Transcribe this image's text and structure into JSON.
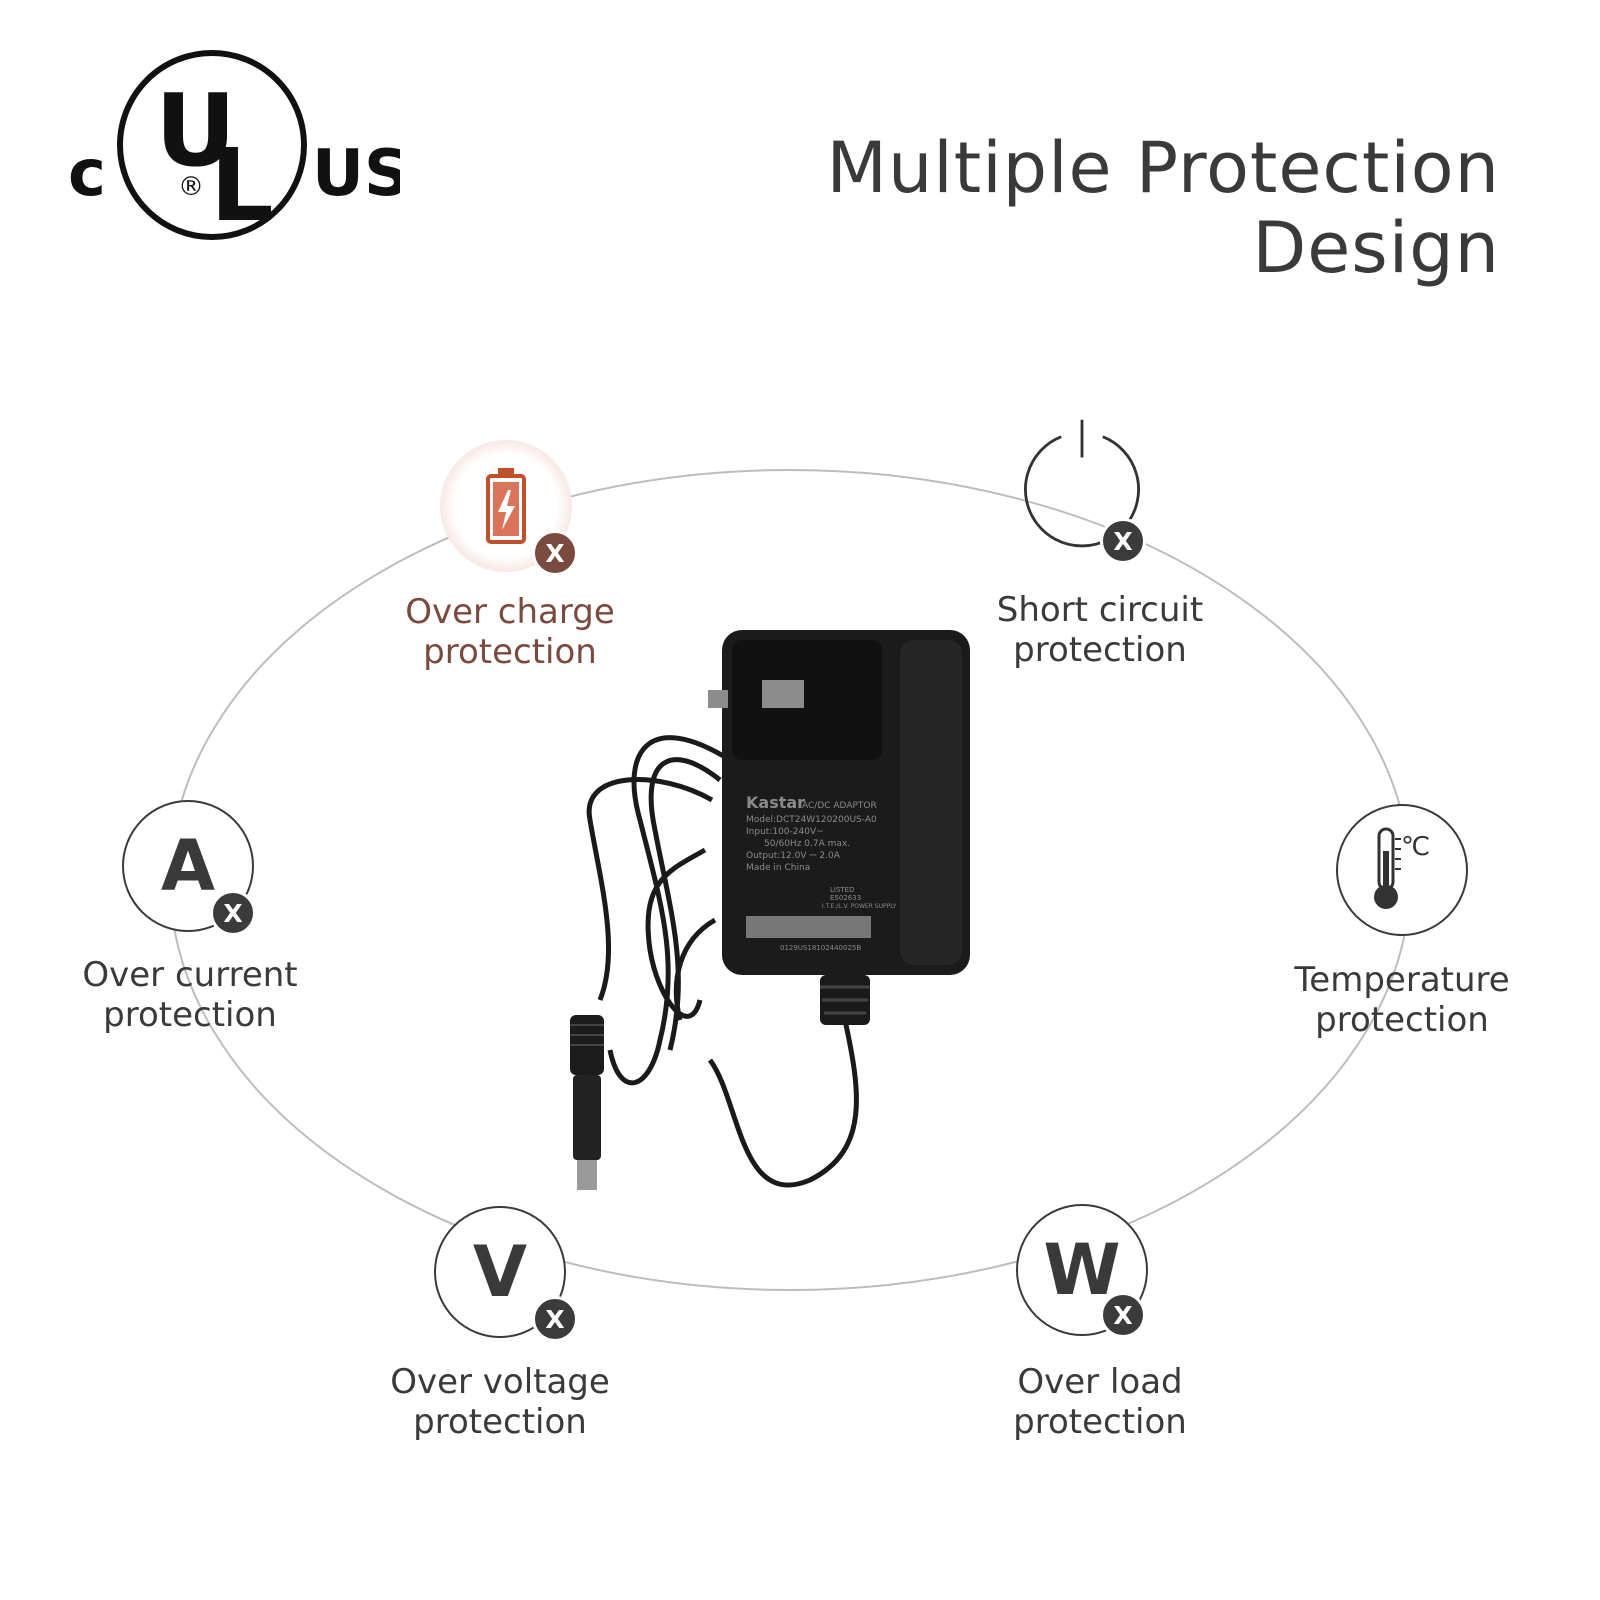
{
  "logo": {
    "c": "c",
    "u": "U",
    "l": "L",
    "registered": "®",
    "us": "US"
  },
  "headline": {
    "line1": "Multiple Protection",
    "line2": "Design"
  },
  "features": [
    {
      "id": "over-charge",
      "icon": "battery-charge-icon",
      "line1": "Over charge",
      "line2": "protection",
      "accent": "#c0502a"
    },
    {
      "id": "short-circuit",
      "icon": "power-icon",
      "line1": "Short circuit",
      "line2": "protection"
    },
    {
      "id": "over-current",
      "icon": "ampere-icon",
      "glyph": "A",
      "line1": "Over current",
      "line2": "protection"
    },
    {
      "id": "temperature",
      "icon": "thermometer-icon",
      "unit": "℃",
      "line1": "Temperature",
      "line2": "protection"
    },
    {
      "id": "over-voltage",
      "icon": "volt-icon",
      "glyph": "V",
      "line1": "Over voltage",
      "line2": "protection"
    },
    {
      "id": "over-load",
      "icon": "watt-icon",
      "glyph": "W",
      "line1": "Over load",
      "line2": "protection"
    }
  ],
  "badge_symbol": "X",
  "adapter_label": {
    "brand": "Kastar",
    "type": "AC/DC ADAPTOR",
    "model": "Model:DCT24W120200US-A0",
    "input": "Input:100-240V~",
    "input2": "50/60Hz 0.7A max.",
    "output": "Output:12.0V ⎓ 2.0A",
    "made": "Made in China",
    "listed": "LISTED",
    "file": "E502633",
    "ite": "I.T.E./L.V. POWER SUPPLY",
    "serial": "0129US18102440025B"
  },
  "colors": {
    "text": "#3a3a3a",
    "ring": "#b8b8b8",
    "accent": "#c0502a",
    "badge": "#3b3b3b"
  }
}
